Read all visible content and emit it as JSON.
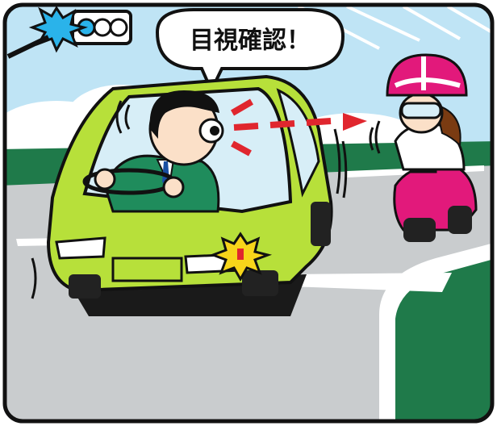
{
  "speech_bubble": {
    "text": "目視確認！"
  },
  "scene": {
    "sky_color": "#bfe4f5",
    "road_color": "#c9ccce",
    "grass_color": "#1f7a4a",
    "car_color": "#b7e03a",
    "scooter_color": "#e2197b",
    "arrow_color": "#e0262e",
    "signal_color": "#2ab3ea",
    "icons": [
      "traffic-signal-icon",
      "car",
      "driver",
      "scooter-rider",
      "turn-signal-flash-icon",
      "gaze-arrow-icon"
    ]
  }
}
